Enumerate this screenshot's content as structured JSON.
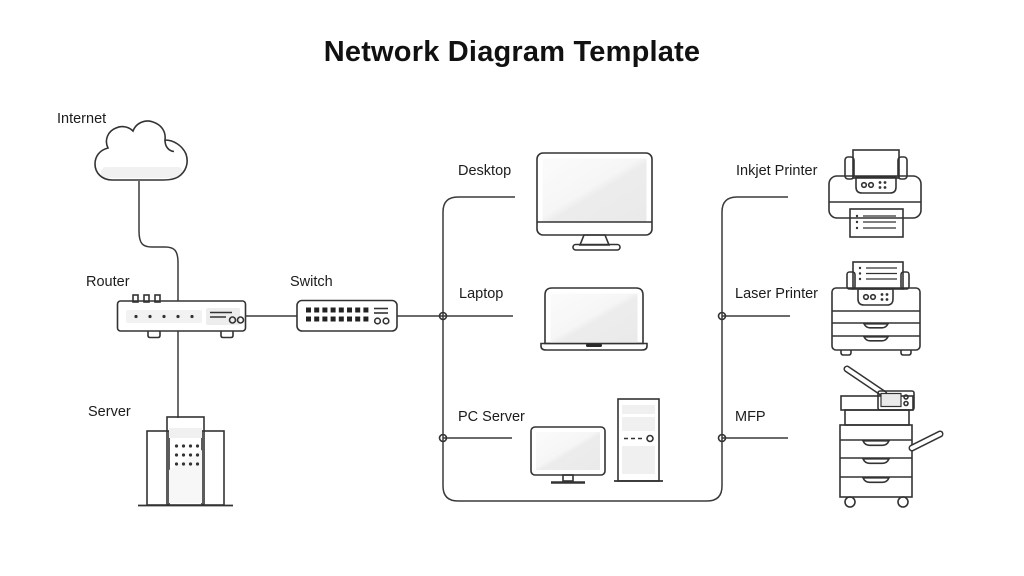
{
  "title": "Network Diagram Template",
  "nodes": [
    {
      "id": "internet",
      "label": "Internet"
    },
    {
      "id": "router",
      "label": "Router"
    },
    {
      "id": "switch",
      "label": "Switch"
    },
    {
      "id": "server",
      "label": "Server"
    },
    {
      "id": "desktop",
      "label": "Desktop"
    },
    {
      "id": "laptop",
      "label": "Laptop"
    },
    {
      "id": "pc-server",
      "label": "PC Server"
    },
    {
      "id": "inkjet-printer",
      "label": "Inkjet Printer"
    },
    {
      "id": "laser-printer",
      "label": "Laser Printer"
    },
    {
      "id": "mfp",
      "label": "MFP"
    }
  ],
  "edges": [
    {
      "from": "Internet",
      "to": "Router"
    },
    {
      "from": "Router",
      "to": "Server"
    },
    {
      "from": "Router",
      "to": "Switch"
    },
    {
      "from": "Switch",
      "to": "Desktop"
    },
    {
      "from": "Switch",
      "to": "Laptop"
    },
    {
      "from": "Switch",
      "to": "PC Server"
    },
    {
      "from": "Switch",
      "to": "Inkjet Printer"
    },
    {
      "from": "Switch",
      "to": "Laser Printer"
    },
    {
      "from": "Switch",
      "to": "MFP"
    }
  ],
  "colors": {
    "line": "#333333",
    "text": "#1c1c1c",
    "light_fill": "#f0f0f0",
    "background": "#ffffff"
  }
}
